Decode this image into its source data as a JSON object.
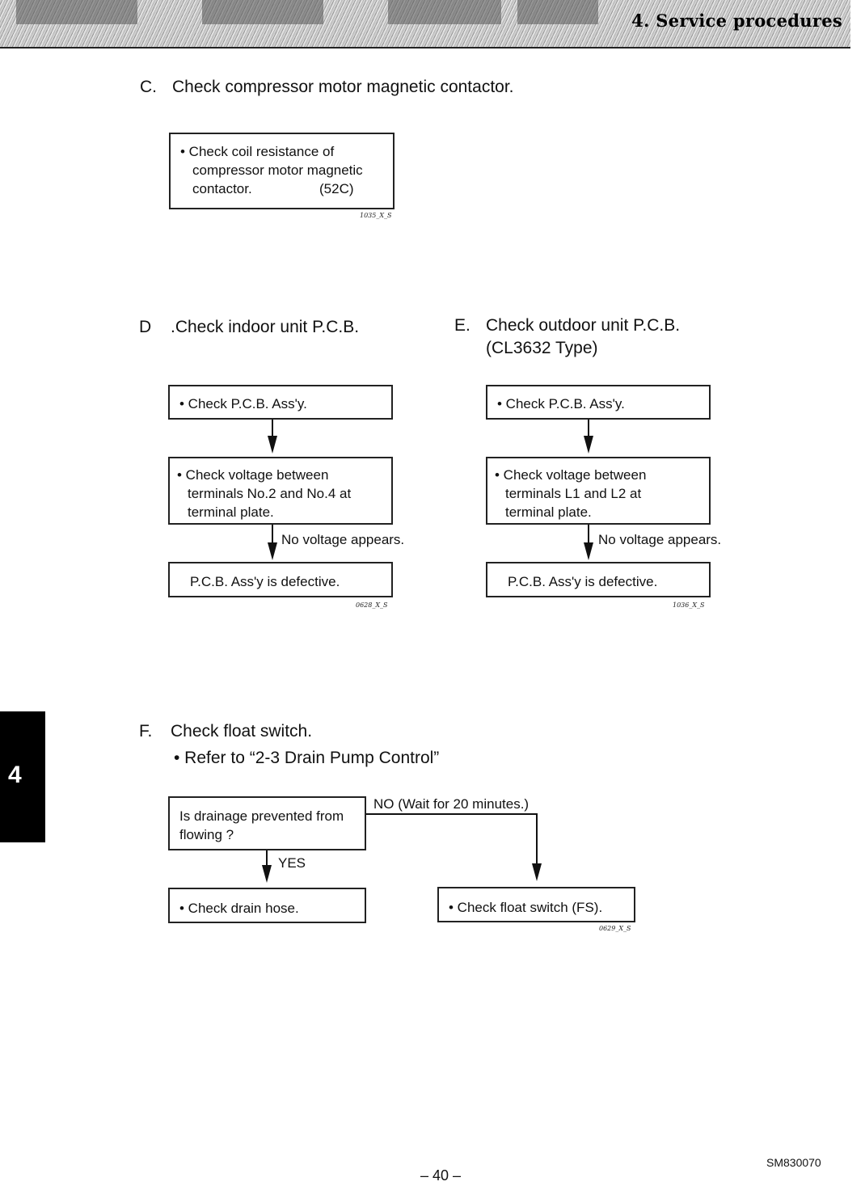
{
  "header": {
    "title": "4. Service procedures"
  },
  "side_tab": {
    "number": "4"
  },
  "section_c": {
    "heading_letter": "C.",
    "heading_text": "Check compressor motor magnetic contactor.",
    "box": {
      "line1": "• Check coil resistance of",
      "line2": "compressor motor magnetic",
      "line3": "contactor.",
      "line3_code": "(52C)"
    },
    "figure_code": "1035_X_S"
  },
  "section_d": {
    "heading_letter": "D",
    "heading_text": ".Check indoor unit P.C.B.",
    "box1": "• Check P.C.B. Ass'y.",
    "box2": {
      "line1": "• Check voltage between",
      "line2": "terminals No.2 and No.4 at",
      "line3": "terminal plate."
    },
    "arrow_label": "No voltage appears.",
    "box3": "P.C.B. Ass'y is defective.",
    "figure_code": "0628_X_S"
  },
  "section_e": {
    "heading_letter": "E.",
    "heading_line1": "Check outdoor unit P.C.B.",
    "heading_line2": "(CL3632 Type)",
    "box1": "• Check P.C.B. Ass'y.",
    "box2": {
      "line1": "• Check voltage between",
      "line2": "terminals L1 and L2 at",
      "line3": "terminal plate."
    },
    "arrow_label": "No voltage appears.",
    "box3": "P.C.B. Ass'y is defective.",
    "figure_code": "1036_X_S"
  },
  "section_f": {
    "heading_letter": "F.",
    "heading_text": "Check float switch.",
    "subheading": "• Refer to “2-3 Drain Pump Control”",
    "question_box": {
      "line1": "Is drainage prevented from",
      "line2": "flowing ?"
    },
    "no_label": "NO (Wait for 20 minutes.)",
    "yes_label": "YES",
    "box_yes": "• Check drain hose.",
    "box_no": "• Check float switch (FS).",
    "figure_code": "0629_X_S"
  },
  "footer": {
    "page_number": "– 40 –",
    "doc_code": "SM830070"
  }
}
